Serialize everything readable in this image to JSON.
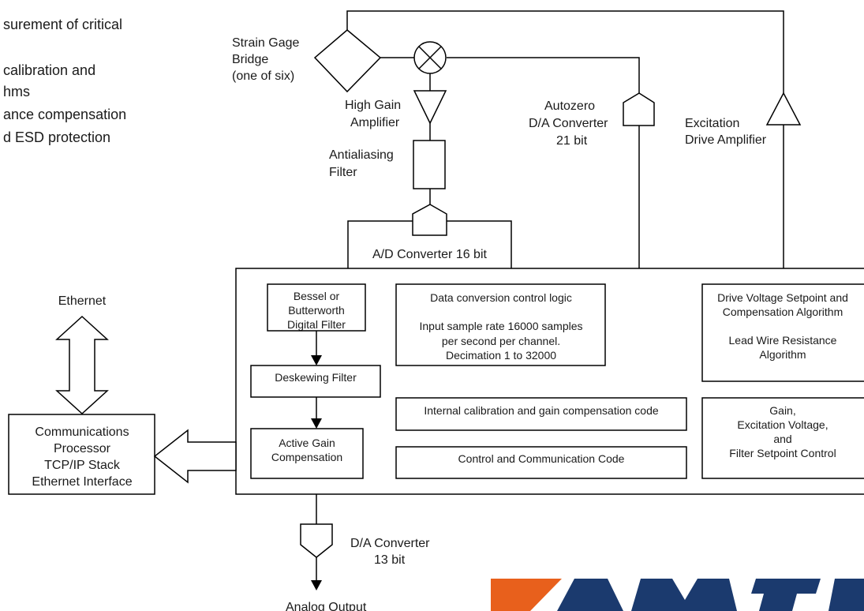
{
  "left_text": {
    "line1": "surement of critical",
    "line2": "calibration and",
    "line3": "hms",
    "line4": "ance compensation",
    "line5": "d ESD protection"
  },
  "bridge": {
    "l1": "Strain Gage",
    "l2": "Bridge",
    "l3": "(one of six)"
  },
  "amp": {
    "l1": "High Gain",
    "l2": "Amplifier"
  },
  "aaf": {
    "l1": "Antialiasing",
    "l2": "Filter"
  },
  "autozero": {
    "l1": "Autozero",
    "l2": "D/A Converter",
    "l3": "21 bit"
  },
  "excitation": {
    "l1": "Excitation",
    "l2": "Drive Amplifier"
  },
  "adc": {
    "label": "A/D Converter 16 bit"
  },
  "ethernet": {
    "label": "Ethernet"
  },
  "comm": {
    "l1": "Communications",
    "l2": "Processor",
    "l3": "TCP/IP Stack",
    "l4": "Ethernet Interface"
  },
  "bessel": {
    "l1": "Bessel or",
    "l2": "Butterworth",
    "l3": "Digital Filter"
  },
  "deskew": {
    "label": "Deskewing Filter"
  },
  "activegain": {
    "l1": "Active Gain",
    "l2": "Compensation"
  },
  "dataconv": {
    "l1": "Data conversion control logic",
    "l2": "Input sample rate 16000 samples",
    "l3": "per second per channel.",
    "l4": "Decimation 1 to 32000"
  },
  "intcal": {
    "label": "Internal calibration and gain compensation code"
  },
  "ctrlcomm": {
    "label": "Control and Communication Code"
  },
  "drivevolt": {
    "l1": "Drive Voltage Setpoint and",
    "l2": "Compensation Algorithm",
    "l3": "Lead Wire Resistance",
    "l4": "Algorithm"
  },
  "gainctl": {
    "l1": "Gain,",
    "l2": "Excitation Voltage,",
    "l3": "and",
    "l4": "Filter Setpoint Control"
  },
  "dac13": {
    "l1": "D/A Converter",
    "l2": "13 bit"
  },
  "analog": {
    "label": "Analog Output"
  },
  "colors": {
    "logo_orange": "#e8601c",
    "logo_blue": "#1b3a6e",
    "line": "#000000"
  }
}
